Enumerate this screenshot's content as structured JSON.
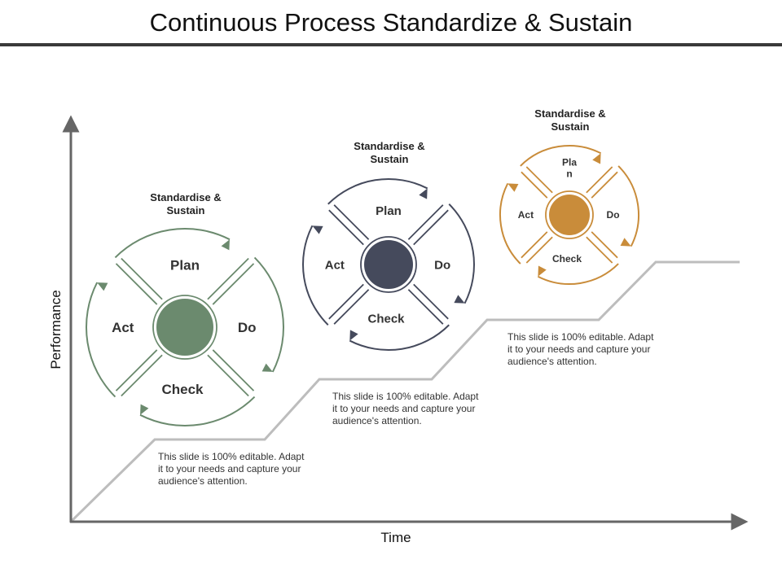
{
  "title": "Continuous Process Standardize & Sustain",
  "axes": {
    "y_label": "Performance",
    "x_label": "Time"
  },
  "colors": {
    "green": "#6b8a6e",
    "navy": "#454a5c",
    "gold": "#c98c3a",
    "axis": "#666666",
    "steps": "#bdbdbd"
  },
  "cycles": [
    {
      "caption": [
        "Standardise &",
        "Sustain"
      ],
      "plan": "Plan",
      "do": "Do",
      "check": "Check",
      "act": "Act",
      "color_key": "green"
    },
    {
      "caption": [
        "Standardise &",
        "Sustain"
      ],
      "plan": "Plan",
      "do": "Do",
      "check": "Check",
      "act": "Act",
      "color_key": "navy"
    },
    {
      "caption": [
        "Standardise &",
        "Sustain"
      ],
      "plan": [
        "Pla",
        "n"
      ],
      "do": "Do",
      "check": "Check",
      "act": "Act",
      "color_key": "gold"
    }
  ],
  "notes": [
    [
      "This slide is 100% editable. Adapt",
      "it to your needs and capture your",
      "audience's attention."
    ],
    [
      "This slide is 100% editable. Adapt",
      "it to your needs and capture your",
      "audience's attention."
    ],
    [
      "This slide is 100% editable. Adapt",
      "it to your needs and capture your",
      "audience's attention."
    ]
  ]
}
